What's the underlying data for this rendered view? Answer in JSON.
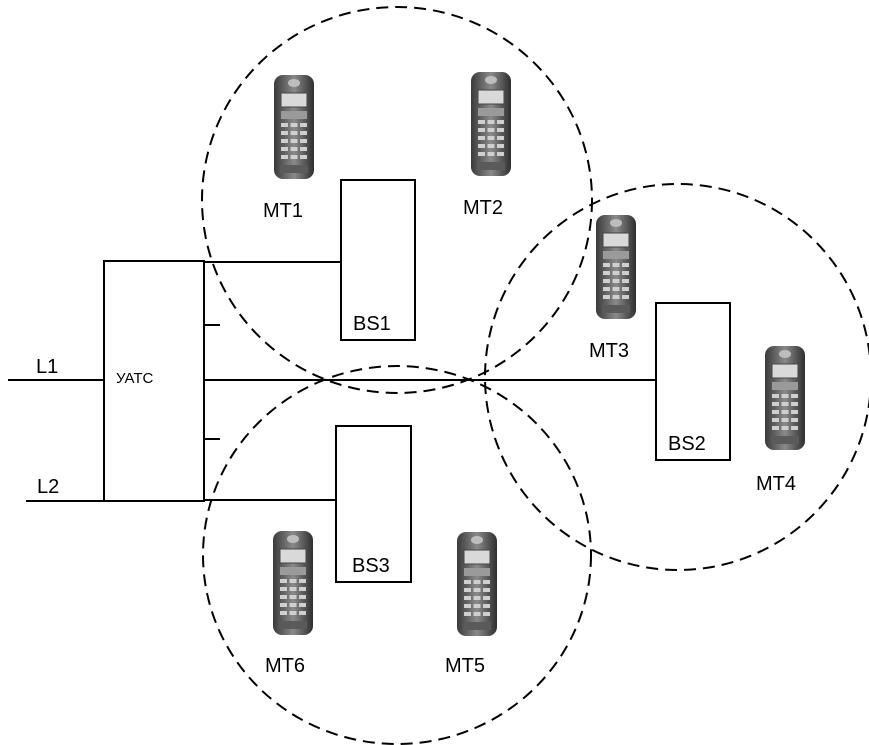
{
  "switch": {
    "label": "УАТС"
  },
  "lines": [
    {
      "id": "L1",
      "label": "L1"
    },
    {
      "id": "L2",
      "label": "L2"
    }
  ],
  "base_stations": [
    {
      "id": "BS1",
      "label": "BS1"
    },
    {
      "id": "BS2",
      "label": "BS2"
    },
    {
      "id": "BS3",
      "label": "BS3"
    }
  ],
  "terminals": [
    {
      "id": "MT1",
      "label": "MT1"
    },
    {
      "id": "MT2",
      "label": "MT2"
    },
    {
      "id": "MT3",
      "label": "MT3"
    },
    {
      "id": "MT4",
      "label": "MT4"
    },
    {
      "id": "MT5",
      "label": "MT5"
    },
    {
      "id": "MT6",
      "label": "MT6"
    }
  ],
  "icons": {
    "terminal": "cordless-handset-icon"
  }
}
